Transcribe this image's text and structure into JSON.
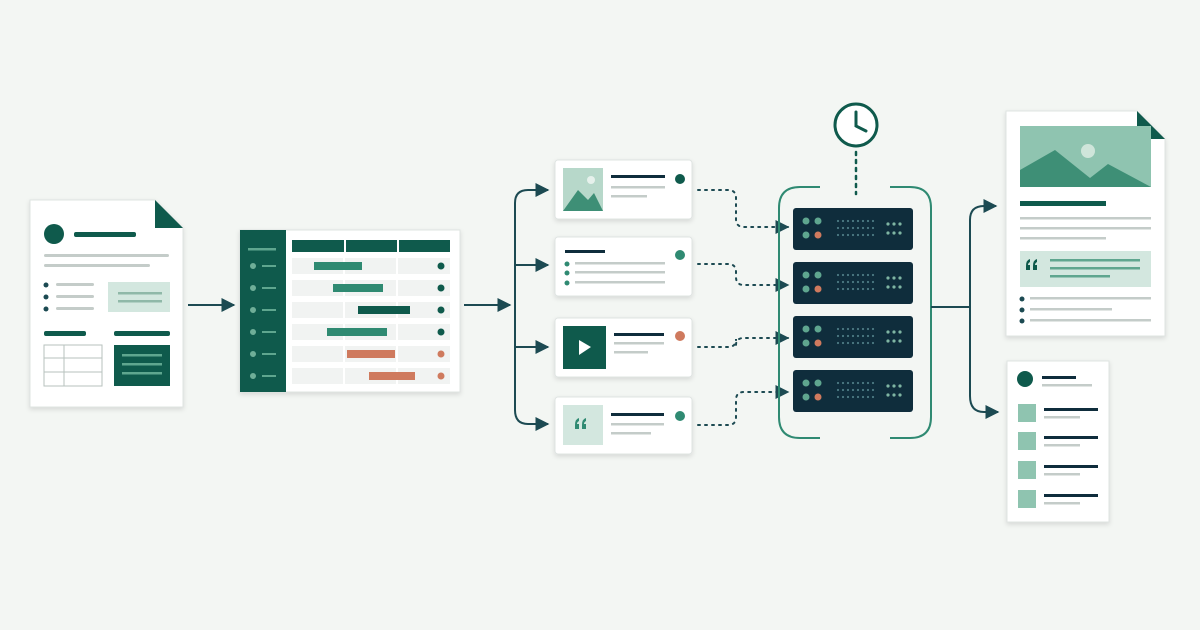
{
  "colors": {
    "background": "#f3f6f3",
    "dark_teal": "#0f5a4c",
    "mid_teal": "#2f8a72",
    "light_teal": "#8fc4b0",
    "pale_teal": "#d3e7df",
    "navy": "#0f2d3c",
    "coral": "#cf7a5e",
    "gray_line": "#c4ccc9",
    "card": "#ffffff",
    "connector": "#1c4a52"
  },
  "diagram": {
    "flow": [
      "source-document",
      "schedule-table",
      "content-cards",
      "server-stack",
      "output-documents"
    ],
    "source_document": {
      "icons": [
        "avatar-icon",
        "panel-icon",
        "grid-table-icon"
      ]
    },
    "schedule_table": {
      "rows": 6,
      "bar_colors": [
        "mid_teal",
        "mid_teal",
        "dark_teal",
        "mid_teal",
        "coral",
        "coral"
      ]
    },
    "content_cards": [
      {
        "icon": "image-icon",
        "status": "teal"
      },
      {
        "icon": "list-icon",
        "status": "teal"
      },
      {
        "icon": "play-icon",
        "status": "coral"
      },
      {
        "icon": "quote-icon",
        "status": "teal"
      }
    ],
    "server_stack": {
      "units": 4,
      "accessory_icon": "clock-icon"
    },
    "outputs": [
      {
        "kind": "article-document",
        "icons": [
          "image-icon",
          "quote-icon"
        ]
      },
      {
        "kind": "checklist-document",
        "icons": [
          "avatar-icon",
          "checkbox-icon"
        ]
      }
    ]
  }
}
